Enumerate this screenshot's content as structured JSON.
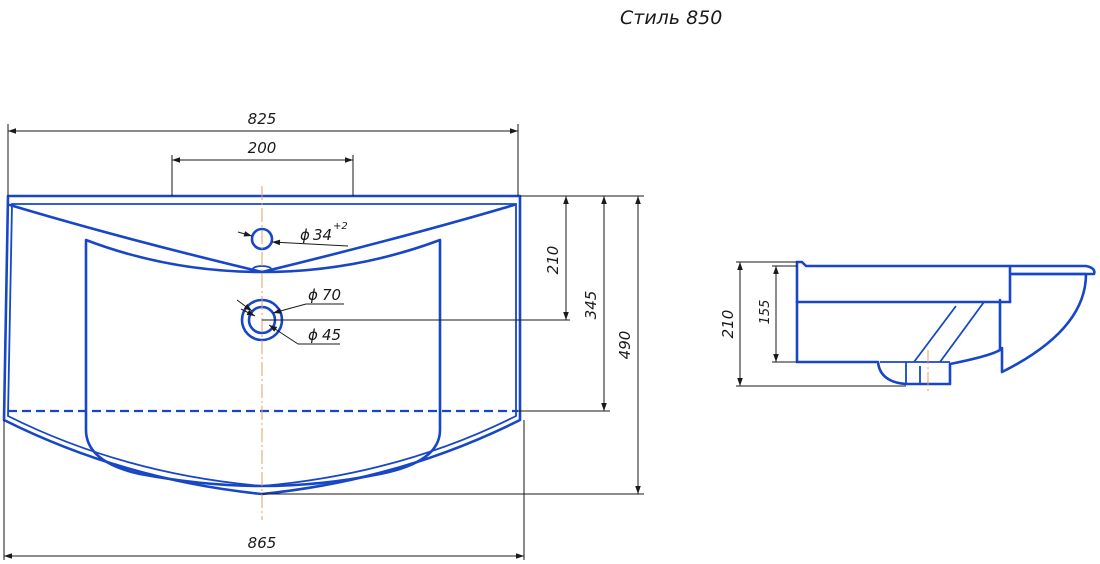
{
  "title": "Стиль 850",
  "dimensions": {
    "top_width": "825",
    "tap_spacing": "200",
    "bottom_width": "865",
    "depth_to_tap": "210",
    "depth_to_drain": "345",
    "total_depth": "490",
    "tap_hole": "34",
    "tap_hole_tolerance": "+2",
    "drain_outer": "70",
    "drain_inner": "45",
    "side_height": "210",
    "side_bowl_depth": "155"
  },
  "symbols": {
    "diameter": "ϕ"
  },
  "colors": {
    "outline": "#1747c6",
    "dimension": "#1a1a1a",
    "axis": "#e0a060"
  }
}
